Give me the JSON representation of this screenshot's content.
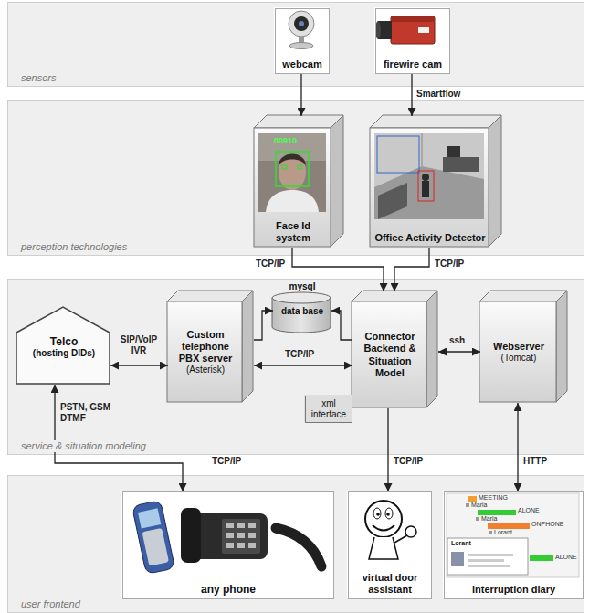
{
  "diagram": {
    "nodes": [
      {
        "text": [
          "sensors"
        ]
      },
      {
        "text": [
          "webcam"
        ],
        "in": 0
      },
      {
        "text": [
          "firewire cam"
        ],
        "in": 0
      },
      {
        "text": [
          "perception technologies"
        ]
      },
      {
        "text": [
          "Face Id system"
        ],
        "in": 3
      },
      {
        "text": [
          "Office Activity Detector"
        ],
        "in": 3
      },
      {
        "text": [
          "service & situation modeling"
        ]
      },
      {
        "text": [
          "Telco",
          "(hosting DIDs)"
        ],
        "in": 6
      },
      {
        "text": [
          "Custom telephone PBX server",
          "(Asterisk)"
        ],
        "in": 6
      },
      {
        "text": [
          "mysql",
          "data base"
        ],
        "in": 6
      },
      {
        "text": [
          "Connector Backend & Situation Model"
        ],
        "in": 6
      },
      {
        "text": [
          "xml interface"
        ],
        "in": 6
      },
      {
        "text": [
          "Webserver",
          "(Tomcat)"
        ],
        "in": 6
      },
      {
        "text": [
          "user frontend"
        ]
      },
      {
        "text": [
          "any phone"
        ],
        "in": 13
      },
      {
        "text": [
          "virtual door assistant"
        ],
        "in": 13
      },
      {
        "text": [
          "interruption diary"
        ],
        "in": 13
      }
    ],
    "edges": [
      {
        "from": 1,
        "to": 4,
        "arrow": "to"
      },
      {
        "from": 2,
        "to": 5,
        "arrow": "to",
        "label": "Smartflow"
      },
      {
        "from": 4,
        "to": 10,
        "arrow": "to",
        "label": "TCP/IP"
      },
      {
        "from": 5,
        "to": 10,
        "arrow": "to",
        "label": "TCP/IP"
      },
      {
        "from": 7,
        "to": 8,
        "arrow": "both",
        "label": "SIP/VoIP IVR"
      },
      {
        "from": 8,
        "to": 10,
        "arrow": "both",
        "label": "TCP/IP"
      },
      {
        "from": 8,
        "to": 9,
        "arrow": "to"
      },
      {
        "from": 10,
        "to": 9,
        "arrow": "to"
      },
      {
        "from": 10,
        "to": 12,
        "arrow": "both",
        "label": "ssh"
      },
      {
        "from": 7,
        "to": 14,
        "arrow": "both",
        "label": "PSTN, GSM DTMF"
      },
      {
        "from": 10,
        "to": 15,
        "arrow": "to",
        "label": "TCP/IP"
      },
      {
        "from": 12,
        "to": 16,
        "arrow": "both",
        "label": "HTTP"
      }
    ],
    "labels": [
      "TCP/IP",
      "00910",
      "MEETING",
      "Maria",
      "ALONE",
      "Maria",
      "ONPHONE",
      "Lorant",
      "Lorant",
      "ALONE"
    ]
  }
}
